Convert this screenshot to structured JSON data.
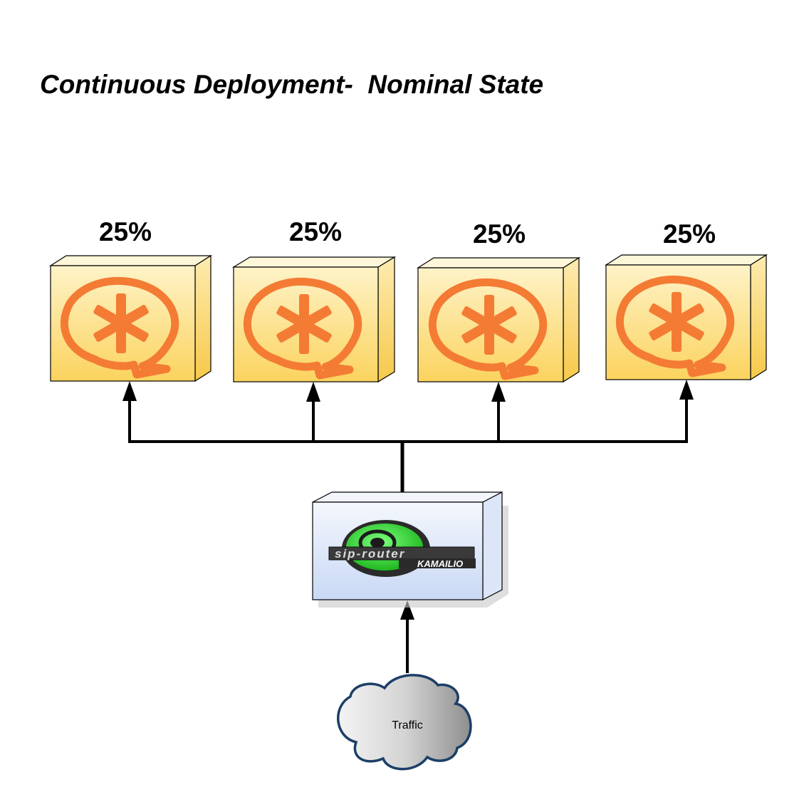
{
  "title": "Continuous Deployment-  Nominal State",
  "servers": [
    {
      "share": "25%",
      "icon": "asterisk-logo-icon"
    },
    {
      "share": "25%",
      "icon": "asterisk-logo-icon"
    },
    {
      "share": "25%",
      "icon": "asterisk-logo-icon"
    },
    {
      "share": "25%",
      "icon": "asterisk-logo-icon"
    }
  ],
  "router": {
    "logo_text": "sip-router",
    "logo_subtext": "KAMAILIO",
    "icon": "kamailio-logo-icon"
  },
  "traffic": {
    "label": "Traffic",
    "icon": "cloud-icon"
  },
  "colors": {
    "server_front_top": "#fef3c8",
    "server_front_bottom": "#fbd35e",
    "asterisk_orange": "#f47b34",
    "router_front_top": "#f4f7fd",
    "router_front_bottom": "#c9d8f5",
    "logo_green": "#3ee23e",
    "cloud_stroke": "#1c3f66",
    "line": "#000000"
  }
}
